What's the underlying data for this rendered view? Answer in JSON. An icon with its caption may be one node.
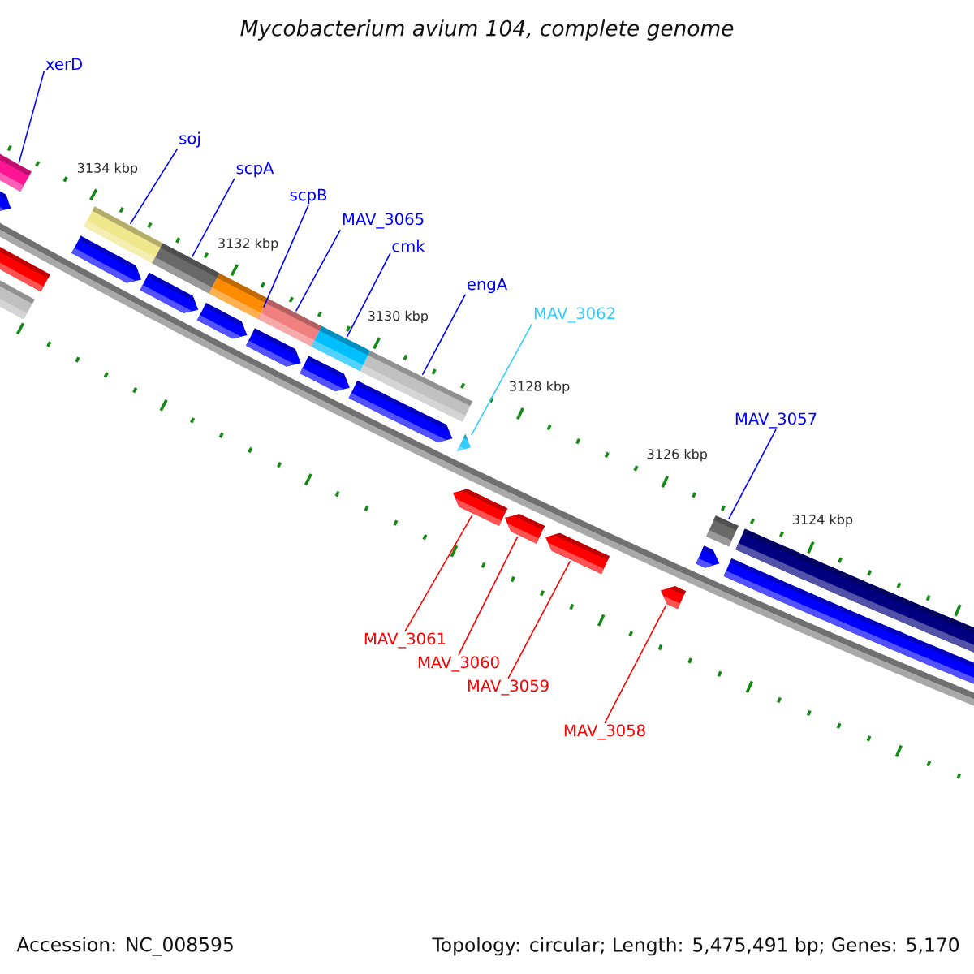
{
  "diagram": {
    "title": "Mycobacterium avium 104, complete genome",
    "nodes": [
      {
        "text": [
          "xerD"
        ]
      },
      {
        "text": [
          "soj"
        ]
      },
      {
        "text": [
          "scpA"
        ]
      },
      {
        "text": [
          "scpB"
        ]
      },
      {
        "text": [
          "MAV_3065"
        ]
      },
      {
        "text": [
          "cmk"
        ]
      },
      {
        "text": [
          "engA"
        ]
      },
      {
        "text": [
          "MAV_3062"
        ]
      },
      {
        "text": [
          "MAV_3057"
        ]
      },
      {
        "text": [
          "MAV_3061"
        ]
      },
      {
        "text": [
          "MAV_3060"
        ]
      },
      {
        "text": [
          "MAV_3059"
        ]
      },
      {
        "text": [
          "MAV_3058"
        ]
      },
      {
        "text": [],
        "shape": "bar"
      },
      {
        "text": [],
        "shape": "bar"
      },
      {
        "text": [],
        "shape": "bar"
      },
      {
        "text": [],
        "shape": "bar"
      },
      {
        "text": [],
        "shape": "bar"
      },
      {
        "text": [],
        "shape": "bar"
      },
      {
        "text": [],
        "shape": "bar"
      },
      {
        "text": [],
        "shape": "pentagon"
      },
      {
        "text": [],
        "shape": "triangle"
      },
      {
        "text": [],
        "shape": "pentagon"
      },
      {
        "text": [],
        "shape": "pentagon"
      },
      {
        "text": [],
        "shape": "pentagon"
      },
      {
        "text": [],
        "shape": "bar"
      }
    ],
    "edges": [
      {
        "from": 0,
        "to": 13,
        "arrow": "none"
      },
      {
        "from": 1,
        "to": 14,
        "arrow": "none"
      },
      {
        "from": 2,
        "to": 15,
        "arrow": "none"
      },
      {
        "from": 3,
        "to": 16,
        "arrow": "none"
      },
      {
        "from": 4,
        "to": 17,
        "arrow": "none"
      },
      {
        "from": 5,
        "to": 18,
        "arrow": "none"
      },
      {
        "from": 6,
        "to": 19,
        "arrow": "none"
      },
      {
        "from": 7,
        "to": 21,
        "arrow": "none",
        "color": "#33ccff"
      },
      {
        "from": 8,
        "to": 25,
        "arrow": "none"
      },
      {
        "from": 9,
        "to": 20,
        "arrow": "none",
        "color": "#ff0000"
      },
      {
        "from": 10,
        "to": 22,
        "arrow": "none",
        "color": "#ff0000"
      },
      {
        "from": 11,
        "to": 23,
        "arrow": "none",
        "color": "#ff0000"
      },
      {
        "from": 12,
        "to": 24,
        "arrow": "none",
        "color": "#ff0000"
      }
    ],
    "labels": [
      "3134 kbp",
      "3132 kbp",
      "3130 kbp",
      "3128 kbp",
      "3126 kbp",
      "3124 kbp",
      "Accession: NC_008595",
      "Topology: circular; Length: 5,475,491 bp; Genes: 5,170"
    ]
  }
}
